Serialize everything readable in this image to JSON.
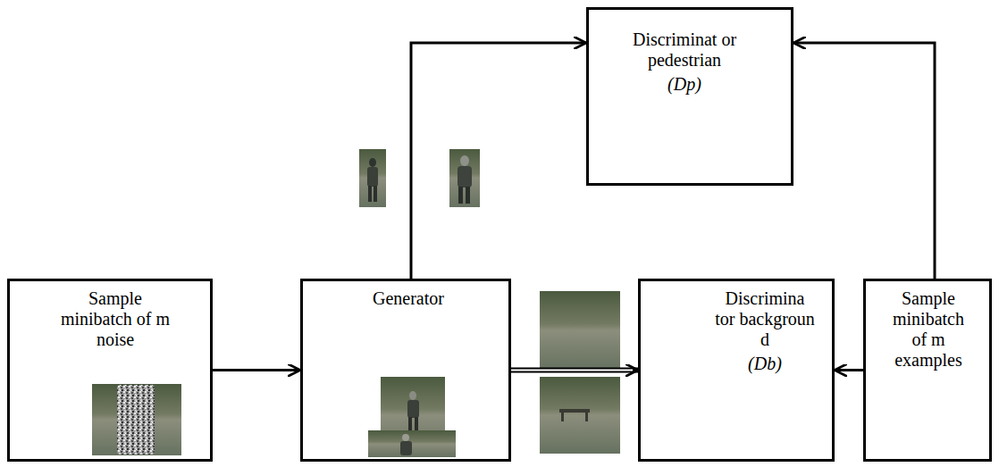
{
  "diagram": {
    "nodes": [
      {
        "text": [
          "Discriminat or pedestrian",
          "(Dp)"
        ]
      },
      {
        "text": [
          "Sample minibatch of m noise"
        ]
      },
      {
        "text": [
          "Generator"
        ]
      },
      {
        "text": [
          "Discrimina tor backgroun d",
          "(Db)"
        ]
      },
      {
        "text": [
          "Sample minibatch of m examples"
        ]
      }
    ],
    "edges": [
      {
        "from": 2,
        "to": 0,
        "arrow": "to"
      },
      {
        "from": 4,
        "to": 0,
        "arrow": "to"
      },
      {
        "from": 1,
        "to": 2,
        "arrow": "to"
      },
      {
        "from": 2,
        "to": 3,
        "arrow": "to"
      },
      {
        "from": 4,
        "to": 3,
        "arrow": "to"
      }
    ]
  }
}
